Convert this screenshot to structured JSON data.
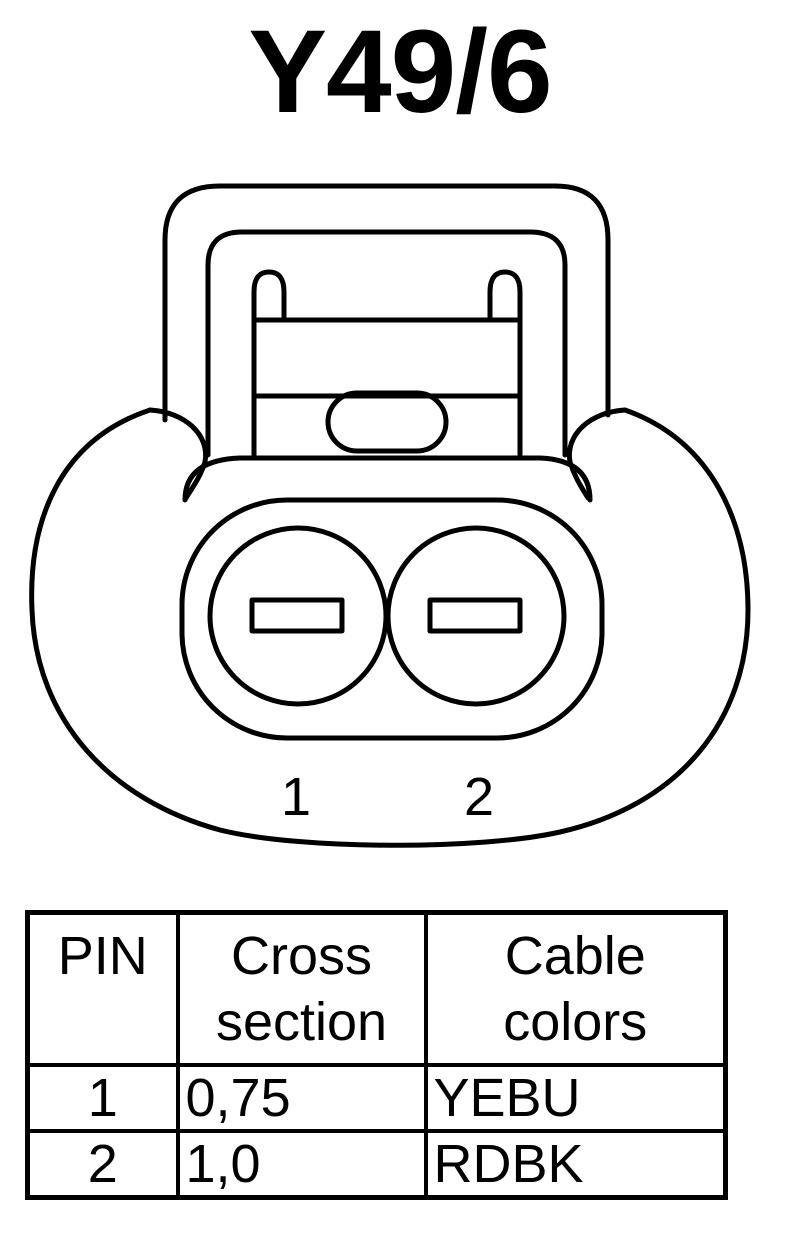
{
  "diagram": {
    "title": "Y49/6",
    "pin_labels": [
      "1",
      "2"
    ]
  },
  "table": {
    "headers": {
      "pin": "PIN",
      "cross_section": [
        "Cross",
        "section"
      ],
      "cable_colors": [
        "Cable",
        "colors"
      ]
    },
    "rows": [
      {
        "pin": "1",
        "cross_section": "0,75",
        "cable_color": "YEBU"
      },
      {
        "pin": "2",
        "cross_section": "1,0",
        "cable_color": "RDBK"
      }
    ]
  },
  "colors": {
    "stroke": "#000000",
    "background": "#ffffff"
  }
}
